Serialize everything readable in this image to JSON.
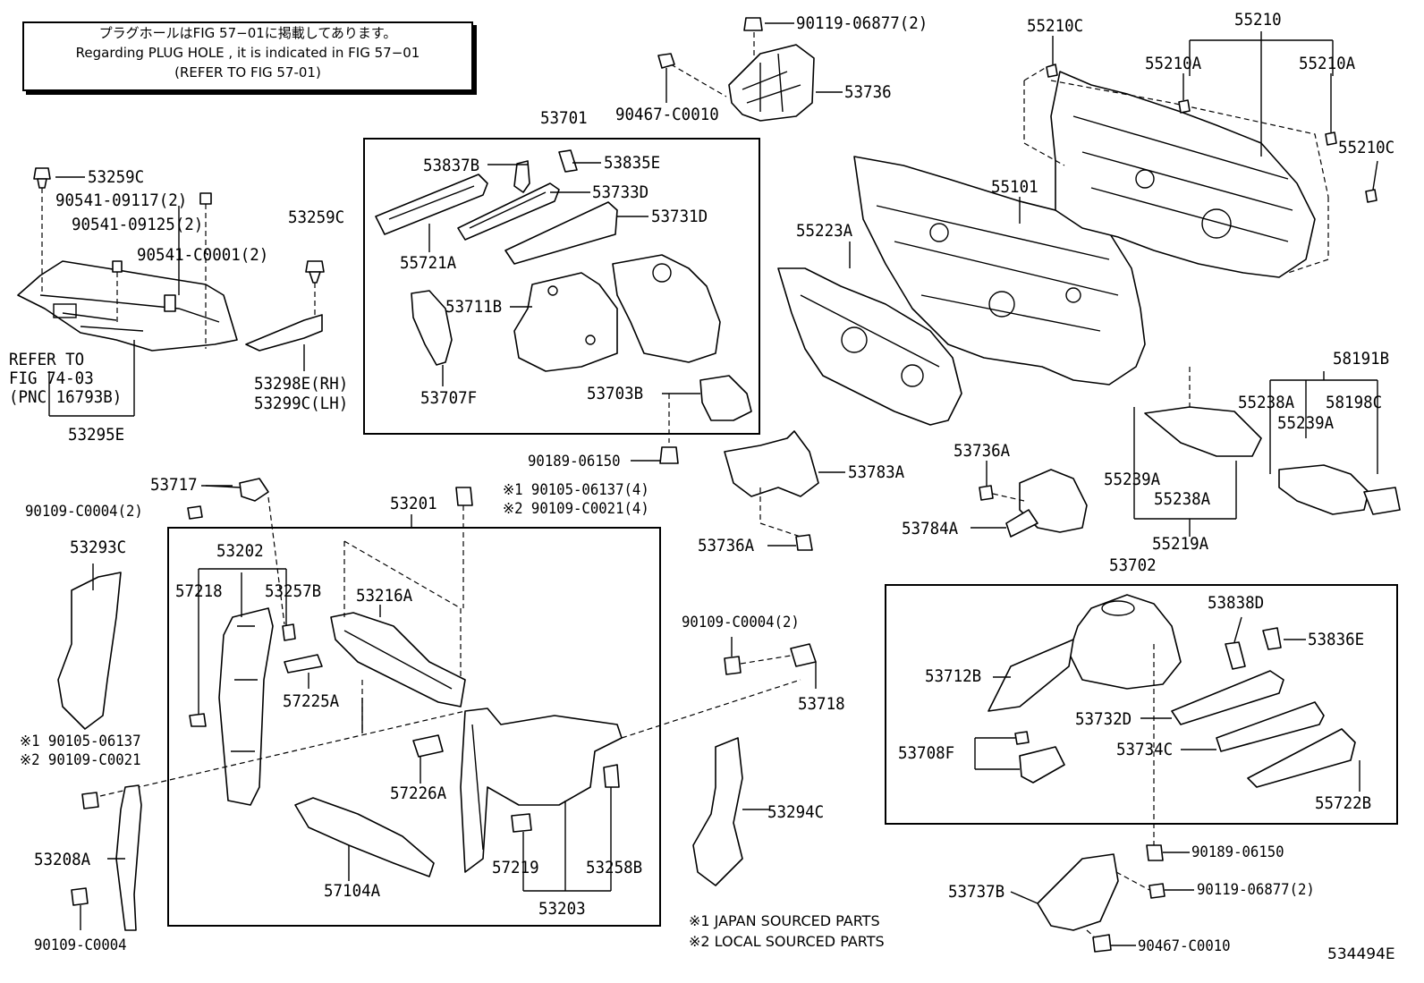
{
  "note": {
    "line1": "プラグホールはFIG 57−01に掲載してあります。",
    "line2": "Regarding PLUG HOLE , it is indicated in FIG 57−01",
    "line3": "(REFER TO FIG 57-01)"
  },
  "refer": {
    "line1": "REFER TO",
    "line2": "FIG 74-03",
    "line3": "(PNC 16793B)"
  },
  "legend": {
    "line1": "※1 JAPAN SOURCED PARTS",
    "line2": "※2 LOCAL SOURCED PARTS"
  },
  "figure_number": "534494E",
  "labels": {
    "p53259C_a": "53259C",
    "p90541_09117": "90541-09117(2)",
    "p90541_09125": "90541-09125(2)",
    "p90541_C0001": "90541-C0001(2)",
    "p53259C_b": "53259C",
    "p53298E": "53298E(RH)",
    "p53299C": "53299C(LH)",
    "p53295E": "53295E",
    "p90119_06877_top": "90119-06877(2)",
    "p90467_C0010_top": "90467-C0010",
    "p53736": "53736",
    "p53701": "53701",
    "p53837B": "53837B",
    "p53835E": "53835E",
    "p53733D": "53733D",
    "p53731D": "53731D",
    "p55721A": "55721A",
    "p53711B": "53711B",
    "p53707F": "53707F",
    "p53703B": "53703B",
    "p90189_06150_a": "90189-06150",
    "p53783A": "53783A",
    "p53736A_a": "53736A",
    "p55210C_a": "55210C",
    "p55210": "55210",
    "p55210A_a": "55210A",
    "p55210A_b": "55210A",
    "p55210C_b": "55210C",
    "p55101": "55101",
    "p55223A": "55223A",
    "p58191B": "58191B",
    "p55238A_a": "55238A",
    "p58198C": "58198C",
    "p55239A_a": "55239A",
    "p55239A_b": "55239A",
    "p55238A_b": "55238A",
    "p55219A": "55219A",
    "p53736A_b": "53736A",
    "p53784A": "53784A",
    "p53717": "53717",
    "p90109_C0004_2a": "90109-C0004(2)",
    "p53201": "53201",
    "p90105_06137_4": "※1 90105-06137(4)",
    "p90109_C0021_4": "※2 90109-C0021(4)",
    "p53293C": "53293C",
    "p53202": "53202",
    "p57218": "57218",
    "p53257B": "53257B",
    "p53216A": "53216A",
    "p57225A": "57225A",
    "p90109_C0004_2b": "90109-C0004(2)",
    "p53718": "53718",
    "p90105_06137": "※1 90105-06137",
    "p90109_C0021": "※2 90109-C0021",
    "p57226A": "57226A",
    "p53208A": "53208A",
    "p57104A": "57104A",
    "p57219": "57219",
    "p53258B": "53258B",
    "p53203": "53203",
    "p53294C": "53294C",
    "p90109_C0004": "90109-C0004",
    "p53702": "53702",
    "p53838D": "53838D",
    "p53836E": "53836E",
    "p53712B": "53712B",
    "p53732D": "53732D",
    "p53734C": "53734C",
    "p53708F": "53708F",
    "p55722B": "55722B",
    "p90189_06150_b": "90189-06150",
    "p53737B": "53737B",
    "p90119_06877_bot": "90119-06877(2)",
    "p90467_C0010_bot": "90467-C0010"
  }
}
